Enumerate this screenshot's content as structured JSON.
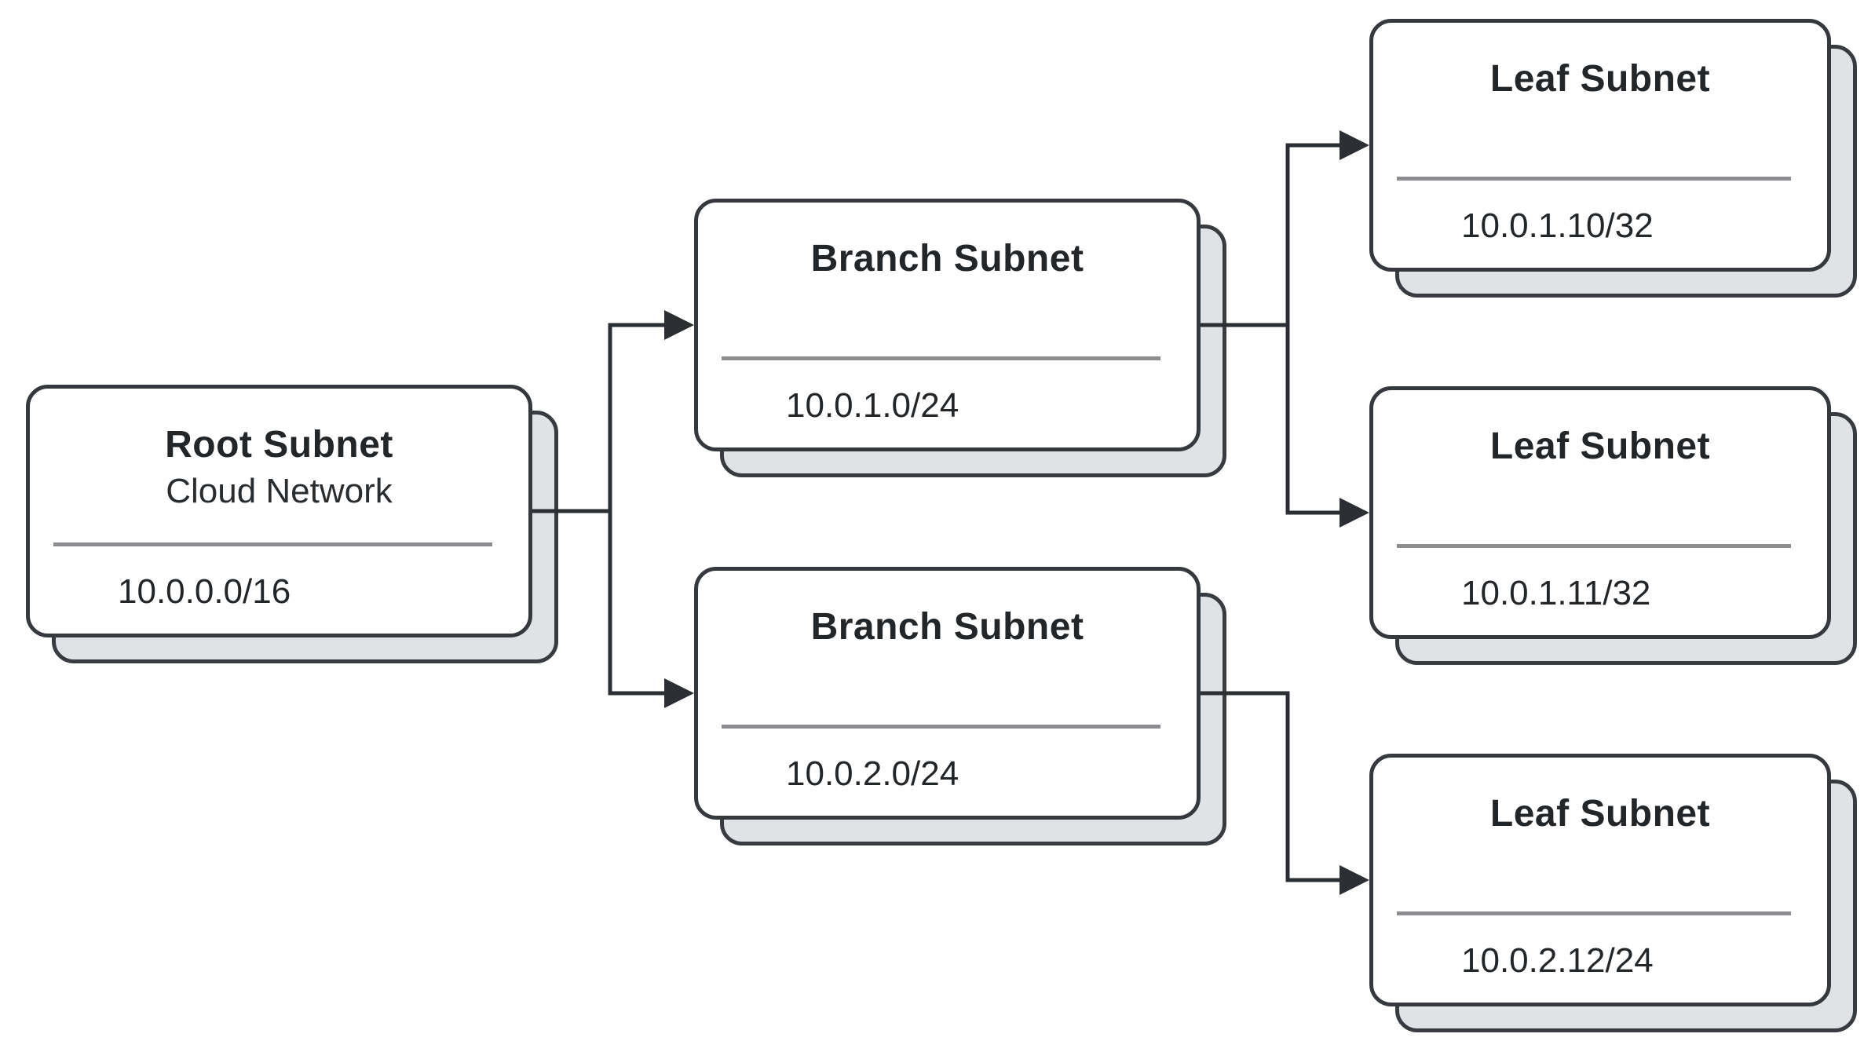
{
  "diagram": {
    "type": "subnet-hierarchy-tree",
    "background": "#ffffff",
    "colors": {
      "card_border": "#35383c",
      "card_fill": "#ffffff",
      "shadow_card_fill": "#e0e2e6",
      "divider": "#8b8d90",
      "connector": "#2b2e32",
      "text": "#232629"
    },
    "nodes": [
      {
        "id": "root",
        "title": "Root Subnet",
        "subtitle": "Cloud Network",
        "cidr": "10.0.0.0/16"
      },
      {
        "id": "branch-1",
        "title": "Branch Subnet",
        "cidr": "10.0.1.0/24"
      },
      {
        "id": "branch-2",
        "title": "Branch Subnet",
        "cidr": "10.0.2.0/24"
      },
      {
        "id": "leaf-1",
        "title": "Leaf Subnet",
        "cidr": "10.0.1.10/32"
      },
      {
        "id": "leaf-2",
        "title": "Leaf Subnet",
        "cidr": "10.0.1.11/32"
      },
      {
        "id": "leaf-3",
        "title": "Leaf Subnet",
        "cidr": "10.0.2.12/24"
      }
    ],
    "edges": [
      {
        "from": "root",
        "to": "branch-1"
      },
      {
        "from": "root",
        "to": "branch-2"
      },
      {
        "from": "branch-1",
        "to": "leaf-1"
      },
      {
        "from": "branch-1",
        "to": "leaf-2"
      },
      {
        "from": "branch-2",
        "to": "leaf-3"
      }
    ]
  }
}
